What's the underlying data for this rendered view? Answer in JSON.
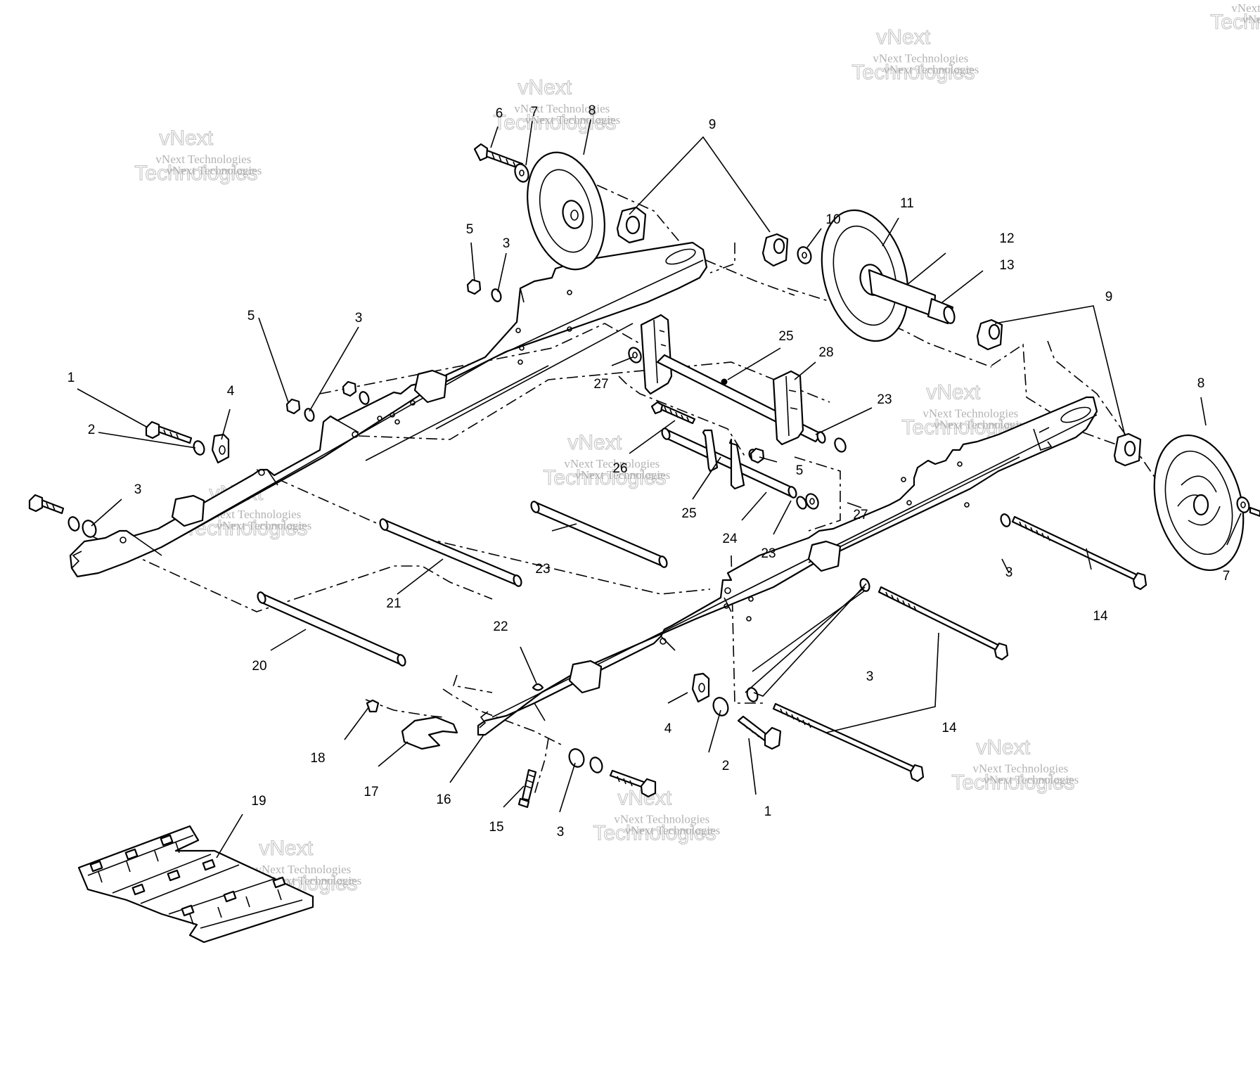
{
  "watermark": {
    "line_small": "vNext Technologies",
    "line_big_1": "vNext",
    "line_big_2": "Technologies"
  },
  "callouts": [
    {
      "id": "c6",
      "text": "6"
    },
    {
      "id": "c7a",
      "text": "7"
    },
    {
      "id": "c8a",
      "text": "8"
    },
    {
      "id": "c9a",
      "text": "9"
    },
    {
      "id": "c10",
      "text": "10"
    },
    {
      "id": "c11",
      "text": "11"
    },
    {
      "id": "c12",
      "text": "12"
    },
    {
      "id": "c13",
      "text": "13"
    },
    {
      "id": "c9b",
      "text": "9"
    },
    {
      "id": "c8b",
      "text": "8"
    },
    {
      "id": "c7b",
      "text": "7"
    },
    {
      "id": "c5a",
      "text": "5"
    },
    {
      "id": "c3a",
      "text": "3"
    },
    {
      "id": "c5b",
      "text": "5"
    },
    {
      "id": "c3b",
      "text": "3"
    },
    {
      "id": "c25a",
      "text": "25"
    },
    {
      "id": "c28",
      "text": "28"
    },
    {
      "id": "c27a",
      "text": "27"
    },
    {
      "id": "c23a",
      "text": "23"
    },
    {
      "id": "c1a",
      "text": "1"
    },
    {
      "id": "c2a",
      "text": "2"
    },
    {
      "id": "c4a",
      "text": "4"
    },
    {
      "id": "c3c",
      "text": "3"
    },
    {
      "id": "c26",
      "text": "26"
    },
    {
      "id": "c5c",
      "text": "5"
    },
    {
      "id": "c25b",
      "text": "25"
    },
    {
      "id": "c24",
      "text": "24"
    },
    {
      "id": "c23b",
      "text": "23"
    },
    {
      "id": "c27b",
      "text": "27"
    },
    {
      "id": "c23c",
      "text": "23"
    },
    {
      "id": "c21",
      "text": "21"
    },
    {
      "id": "c3d",
      "text": "3"
    },
    {
      "id": "c14a",
      "text": "14"
    },
    {
      "id": "c20",
      "text": "20"
    },
    {
      "id": "c22",
      "text": "22"
    },
    {
      "id": "c3e",
      "text": "3"
    },
    {
      "id": "c4b",
      "text": "4"
    },
    {
      "id": "c14b",
      "text": "14"
    },
    {
      "id": "c2b",
      "text": "2"
    },
    {
      "id": "c18",
      "text": "18"
    },
    {
      "id": "c17",
      "text": "17"
    },
    {
      "id": "c16",
      "text": "16"
    },
    {
      "id": "c1b",
      "text": "1"
    },
    {
      "id": "c15",
      "text": "15"
    },
    {
      "id": "c3f",
      "text": "3"
    },
    {
      "id": "c19",
      "text": "19"
    }
  ]
}
